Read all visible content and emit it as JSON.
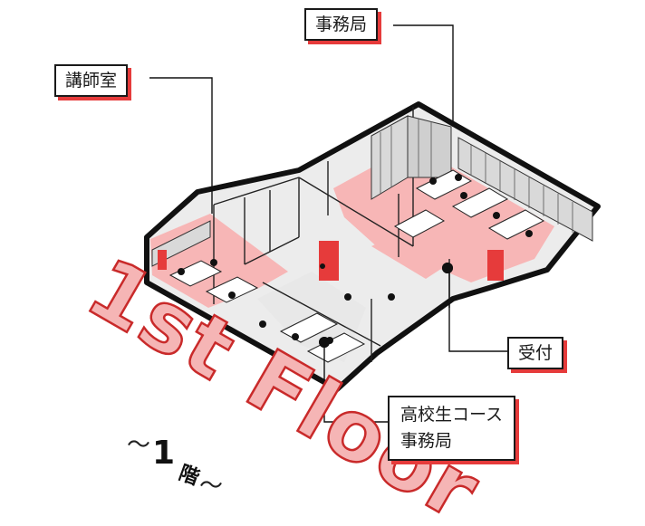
{
  "labels": {
    "office": "事務局",
    "lecturer_room": "講師室",
    "reception": "受付",
    "hs_office_line1": "高校生コース",
    "hs_office_line2": "事務局"
  },
  "title": {
    "main": "1st Floor",
    "sub_left": "〜",
    "sub_number": "1",
    "sub_kanji": "階",
    "sub_right": "〜"
  },
  "colors": {
    "accent": "#e63b3b",
    "floor_pink": "#f7b6b6",
    "floor_gray": "#d9d9d9",
    "outline": "#111111"
  }
}
